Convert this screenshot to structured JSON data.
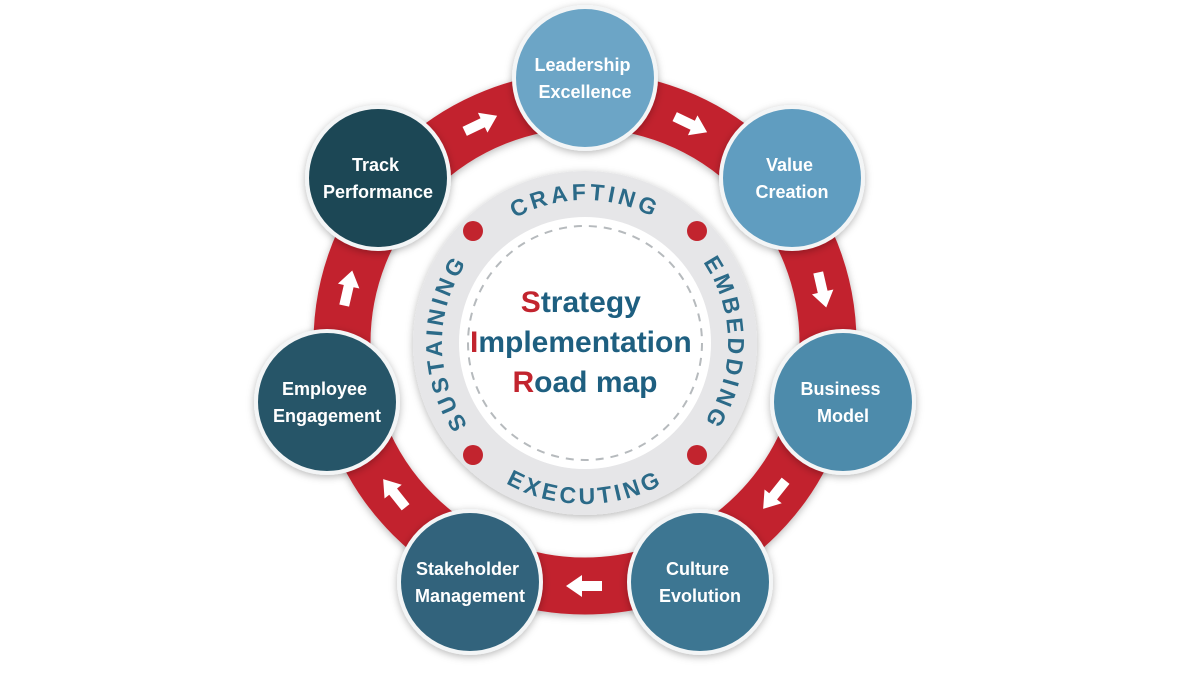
{
  "colors": {
    "ring_red": "#c2242e",
    "accent_red": "#c2242e",
    "phase_ring_gray": "#e6e6e8",
    "phase_text": "#2b6a88",
    "center_text": "#1e5f80",
    "node_text": "#ffffff"
  },
  "center": {
    "lines": [
      {
        "lead": "S",
        "rest": "trategy"
      },
      {
        "lead": "I",
        "rest": "mplementation"
      },
      {
        "lead": "R",
        "rest": "oad map"
      }
    ]
  },
  "ring": {
    "top": "CRAFTING",
    "right": "EMBEDDING",
    "bottom": "EXECUTING",
    "left": "SUSTAINING"
  },
  "nodes": [
    {
      "id": "leadership-excellence",
      "line1": "Leadership",
      "line2": "Excellence",
      "color": "#6ca5c6"
    },
    {
      "id": "value-creation",
      "line1": "Value",
      "line2": "Creation",
      "color": "#609dc0"
    },
    {
      "id": "business-model",
      "line1": "Business",
      "line2": "Model",
      "color": "#4e8bab"
    },
    {
      "id": "culture-evolution",
      "line1": "Culture",
      "line2": "Evolution",
      "color": "#3c7692"
    },
    {
      "id": "stakeholder-management",
      "line1": "Stakeholder",
      "line2": "Management",
      "color": "#30647c"
    },
    {
      "id": "employee-engagement",
      "line1": "Employee",
      "line2": "Engagement",
      "color": "#275568"
    },
    {
      "id": "track-performance",
      "line1": "Track",
      "line2": "Performance",
      "color": "#1e4655"
    }
  ],
  "icons": {
    "flow-arrow-icon": "➜ white clockwise flow arrow",
    "phase-separator-dot": "● red dot"
  }
}
